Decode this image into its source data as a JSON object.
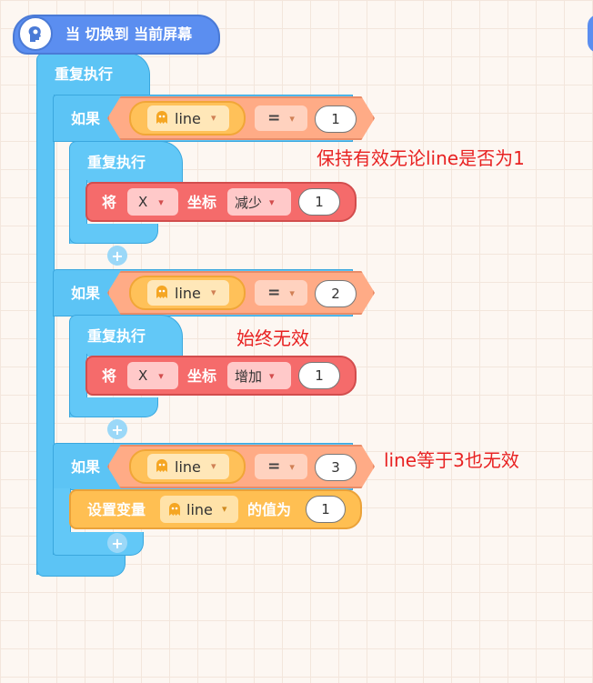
{
  "event": {
    "label": "当 切换到 当前屏幕"
  },
  "outer_loop": {
    "label": "重复执行"
  },
  "if1": {
    "label": "如果",
    "var": "line",
    "op": "=",
    "value": "1",
    "inner_loop_label": "重复执行",
    "motion": {
      "verb": "将",
      "axis": "X",
      "coord": "坐标",
      "action": "减少",
      "amount": "1"
    }
  },
  "if2": {
    "label": "如果",
    "var": "line",
    "op": "=",
    "value": "2",
    "inner_loop_label": "重复执行",
    "motion": {
      "verb": "将",
      "axis": "X",
      "coord": "坐标",
      "action": "增加",
      "amount": "1"
    }
  },
  "if3": {
    "label": "如果",
    "var": "line",
    "op": "=",
    "value": "3",
    "set_var": {
      "label1": "设置变量",
      "var": "line",
      "label2": "的值为",
      "value": "1"
    }
  },
  "notes": {
    "n1": "保持有效无论line是否为1",
    "n2": "始终无效",
    "n3": "line等于3也无效"
  },
  "icons": {
    "hat_icon": "head-brain-icon",
    "var_icon": "ghost-icon",
    "dropdown_icon": "chevron-down-icon",
    "add_icon": "plus-icon"
  },
  "colors": {
    "event": "#5b8ef0",
    "loop": "#5cc4f5",
    "if_hex": "#ffab86",
    "variable": "#ffc159",
    "motion": "#f56b6b",
    "note": "#e82222"
  }
}
